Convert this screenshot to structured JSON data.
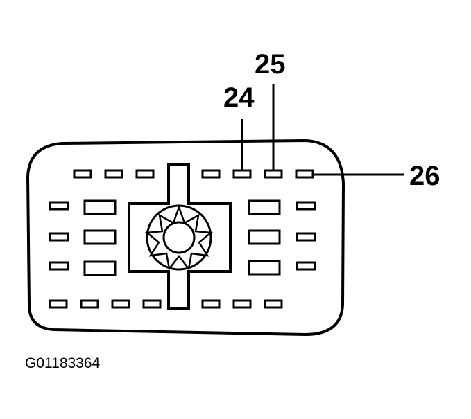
{
  "callouts": {
    "pin_24": "24",
    "pin_25": "25",
    "pin_26": "26"
  },
  "figure_id": "G01183364",
  "colors": {
    "line": "#000000",
    "background": "#ffffff"
  }
}
